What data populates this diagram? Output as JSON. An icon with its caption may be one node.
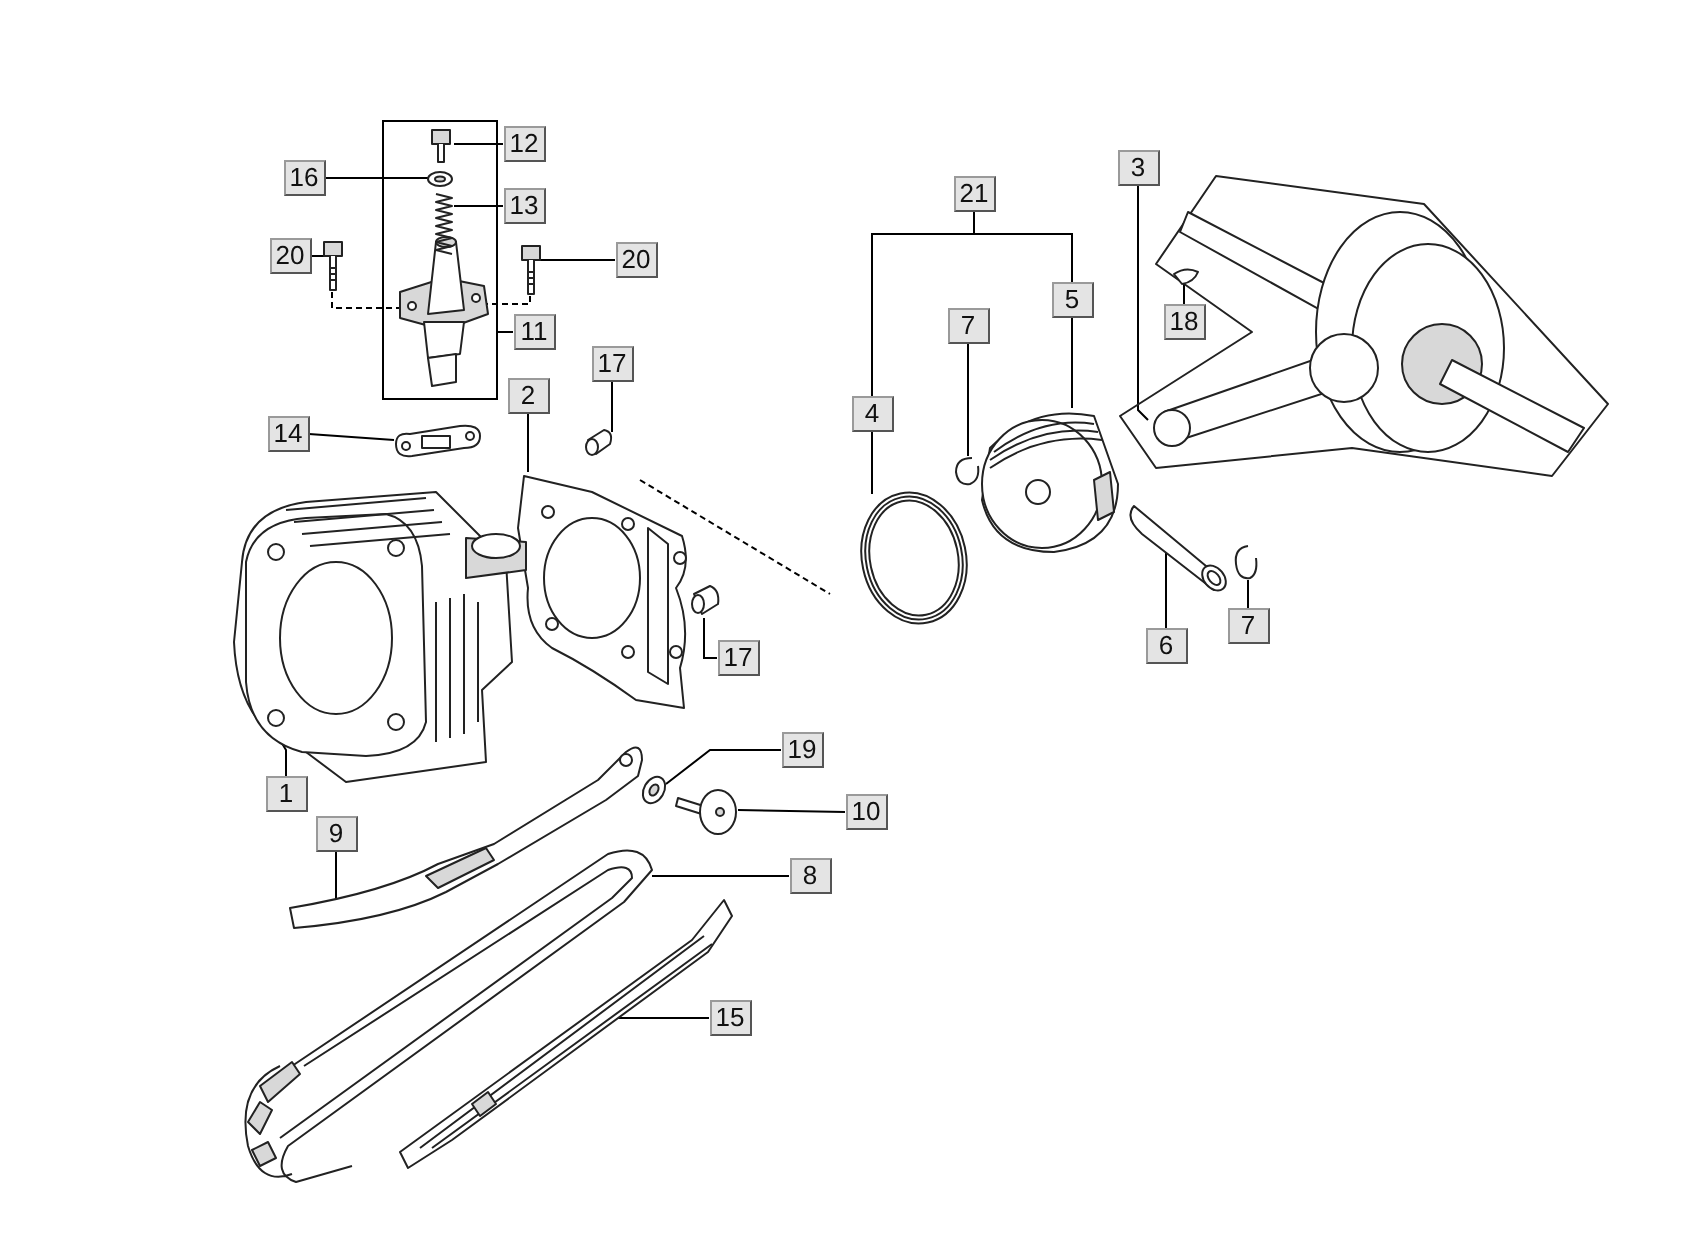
{
  "diagram": {
    "nodes": [
      {
        "text": [],
        "shape": "box"
      },
      {
        "text": [
          "12"
        ]
      },
      {
        "text": [],
        "shape": "picture",
        "in": 0
      },
      {
        "text": [
          "16"
        ]
      },
      {
        "text": [],
        "shape": "picture",
        "in": 0
      },
      {
        "text": [
          "13"
        ]
      },
      {
        "text": [],
        "shape": "picture",
        "in": 0
      },
      {
        "text": [
          "20"
        ]
      },
      {
        "text": [],
        "shape": "picture"
      },
      {
        "text": [
          "20"
        ]
      },
      {
        "text": [],
        "shape": "picture"
      },
      {
        "text": [
          "11"
        ]
      },
      {
        "text": [
          "14"
        ]
      },
      {
        "text": [],
        "shape": "picture"
      },
      {
        "text": [
          "2"
        ]
      },
      {
        "text": [],
        "shape": "picture"
      },
      {
        "text": [
          "17"
        ]
      },
      {
        "text": [],
        "shape": "picture"
      },
      {
        "text": [
          "17"
        ]
      },
      {
        "text": [],
        "shape": "picture"
      },
      {
        "text": [
          "1"
        ]
      },
      {
        "text": [],
        "shape": "picture"
      },
      {
        "text": [
          "21"
        ]
      },
      {
        "text": [
          "4"
        ]
      },
      {
        "text": [],
        "shape": "picture"
      },
      {
        "text": [
          "5"
        ]
      },
      {
        "text": [],
        "shape": "picture"
      },
      {
        "text": [
          "7"
        ]
      },
      {
        "text": [],
        "shape": "picture"
      },
      {
        "text": [
          "7"
        ]
      },
      {
        "text": [],
        "shape": "picture"
      },
      {
        "text": [
          "6"
        ]
      },
      {
        "text": [],
        "shape": "picture"
      },
      {
        "text": [
          "3"
        ]
      },
      {
        "text": [],
        "shape": "picture"
      },
      {
        "text": [
          "18"
        ]
      },
      {
        "text": [],
        "shape": "picture",
        "in": 34
      },
      {
        "text": [
          "19"
        ]
      },
      {
        "text": [],
        "shape": "picture"
      },
      {
        "text": [
          "10"
        ]
      },
      {
        "text": [],
        "shape": "picture"
      },
      {
        "text": [
          "8"
        ]
      },
      {
        "text": [],
        "shape": "picture"
      },
      {
        "text": [
          "9"
        ]
      },
      {
        "text": [],
        "shape": "picture"
      },
      {
        "text": [
          "15"
        ]
      },
      {
        "text": [],
        "shape": "picture"
      }
    ],
    "edges": [
      {
        "from": 1,
        "to": 2,
        "arrow": "none"
      },
      {
        "from": 3,
        "to": 4,
        "arrow": "none"
      },
      {
        "from": 5,
        "to": 6,
        "arrow": "none"
      },
      {
        "from": 7,
        "to": 8,
        "arrow": "none"
      },
      {
        "from": 9,
        "to": 10,
        "arrow": "none"
      },
      {
        "from": 11,
        "to": 0,
        "arrow": "none"
      },
      {
        "from": 12,
        "to": 13,
        "arrow": "none"
      },
      {
        "from": 14,
        "to": 15,
        "arrow": "none"
      },
      {
        "from": 16,
        "to": 17,
        "arrow": "none"
      },
      {
        "from": 18,
        "to": 19,
        "arrow": "none"
      },
      {
        "from": 20,
        "to": 21,
        "arrow": "none"
      },
      {
        "from": 22,
        "to": 23,
        "arrow": "none"
      },
      {
        "from": 22,
        "to": 25,
        "arrow": "none"
      },
      {
        "from": 23,
        "to": 24,
        "arrow": "none"
      },
      {
        "from": 25,
        "to": 26,
        "arrow": "none"
      },
      {
        "from": 27,
        "to": 28,
        "arrow": "none"
      },
      {
        "from": 29,
        "to": 30,
        "arrow": "none"
      },
      {
        "from": 31,
        "to": 32,
        "arrow": "none"
      },
      {
        "from": 33,
        "to": 34,
        "arrow": "none"
      },
      {
        "from": 35,
        "to": 36,
        "arrow": "none"
      },
      {
        "from": 37,
        "to": 38,
        "arrow": "none"
      },
      {
        "from": 39,
        "to": 40,
        "arrow": "none"
      },
      {
        "from": 41,
        "to": 42,
        "arrow": "none"
      },
      {
        "from": 43,
        "to": 44,
        "arrow": "none"
      },
      {
        "from": 45,
        "to": 46,
        "arrow": "none"
      }
    ]
  }
}
